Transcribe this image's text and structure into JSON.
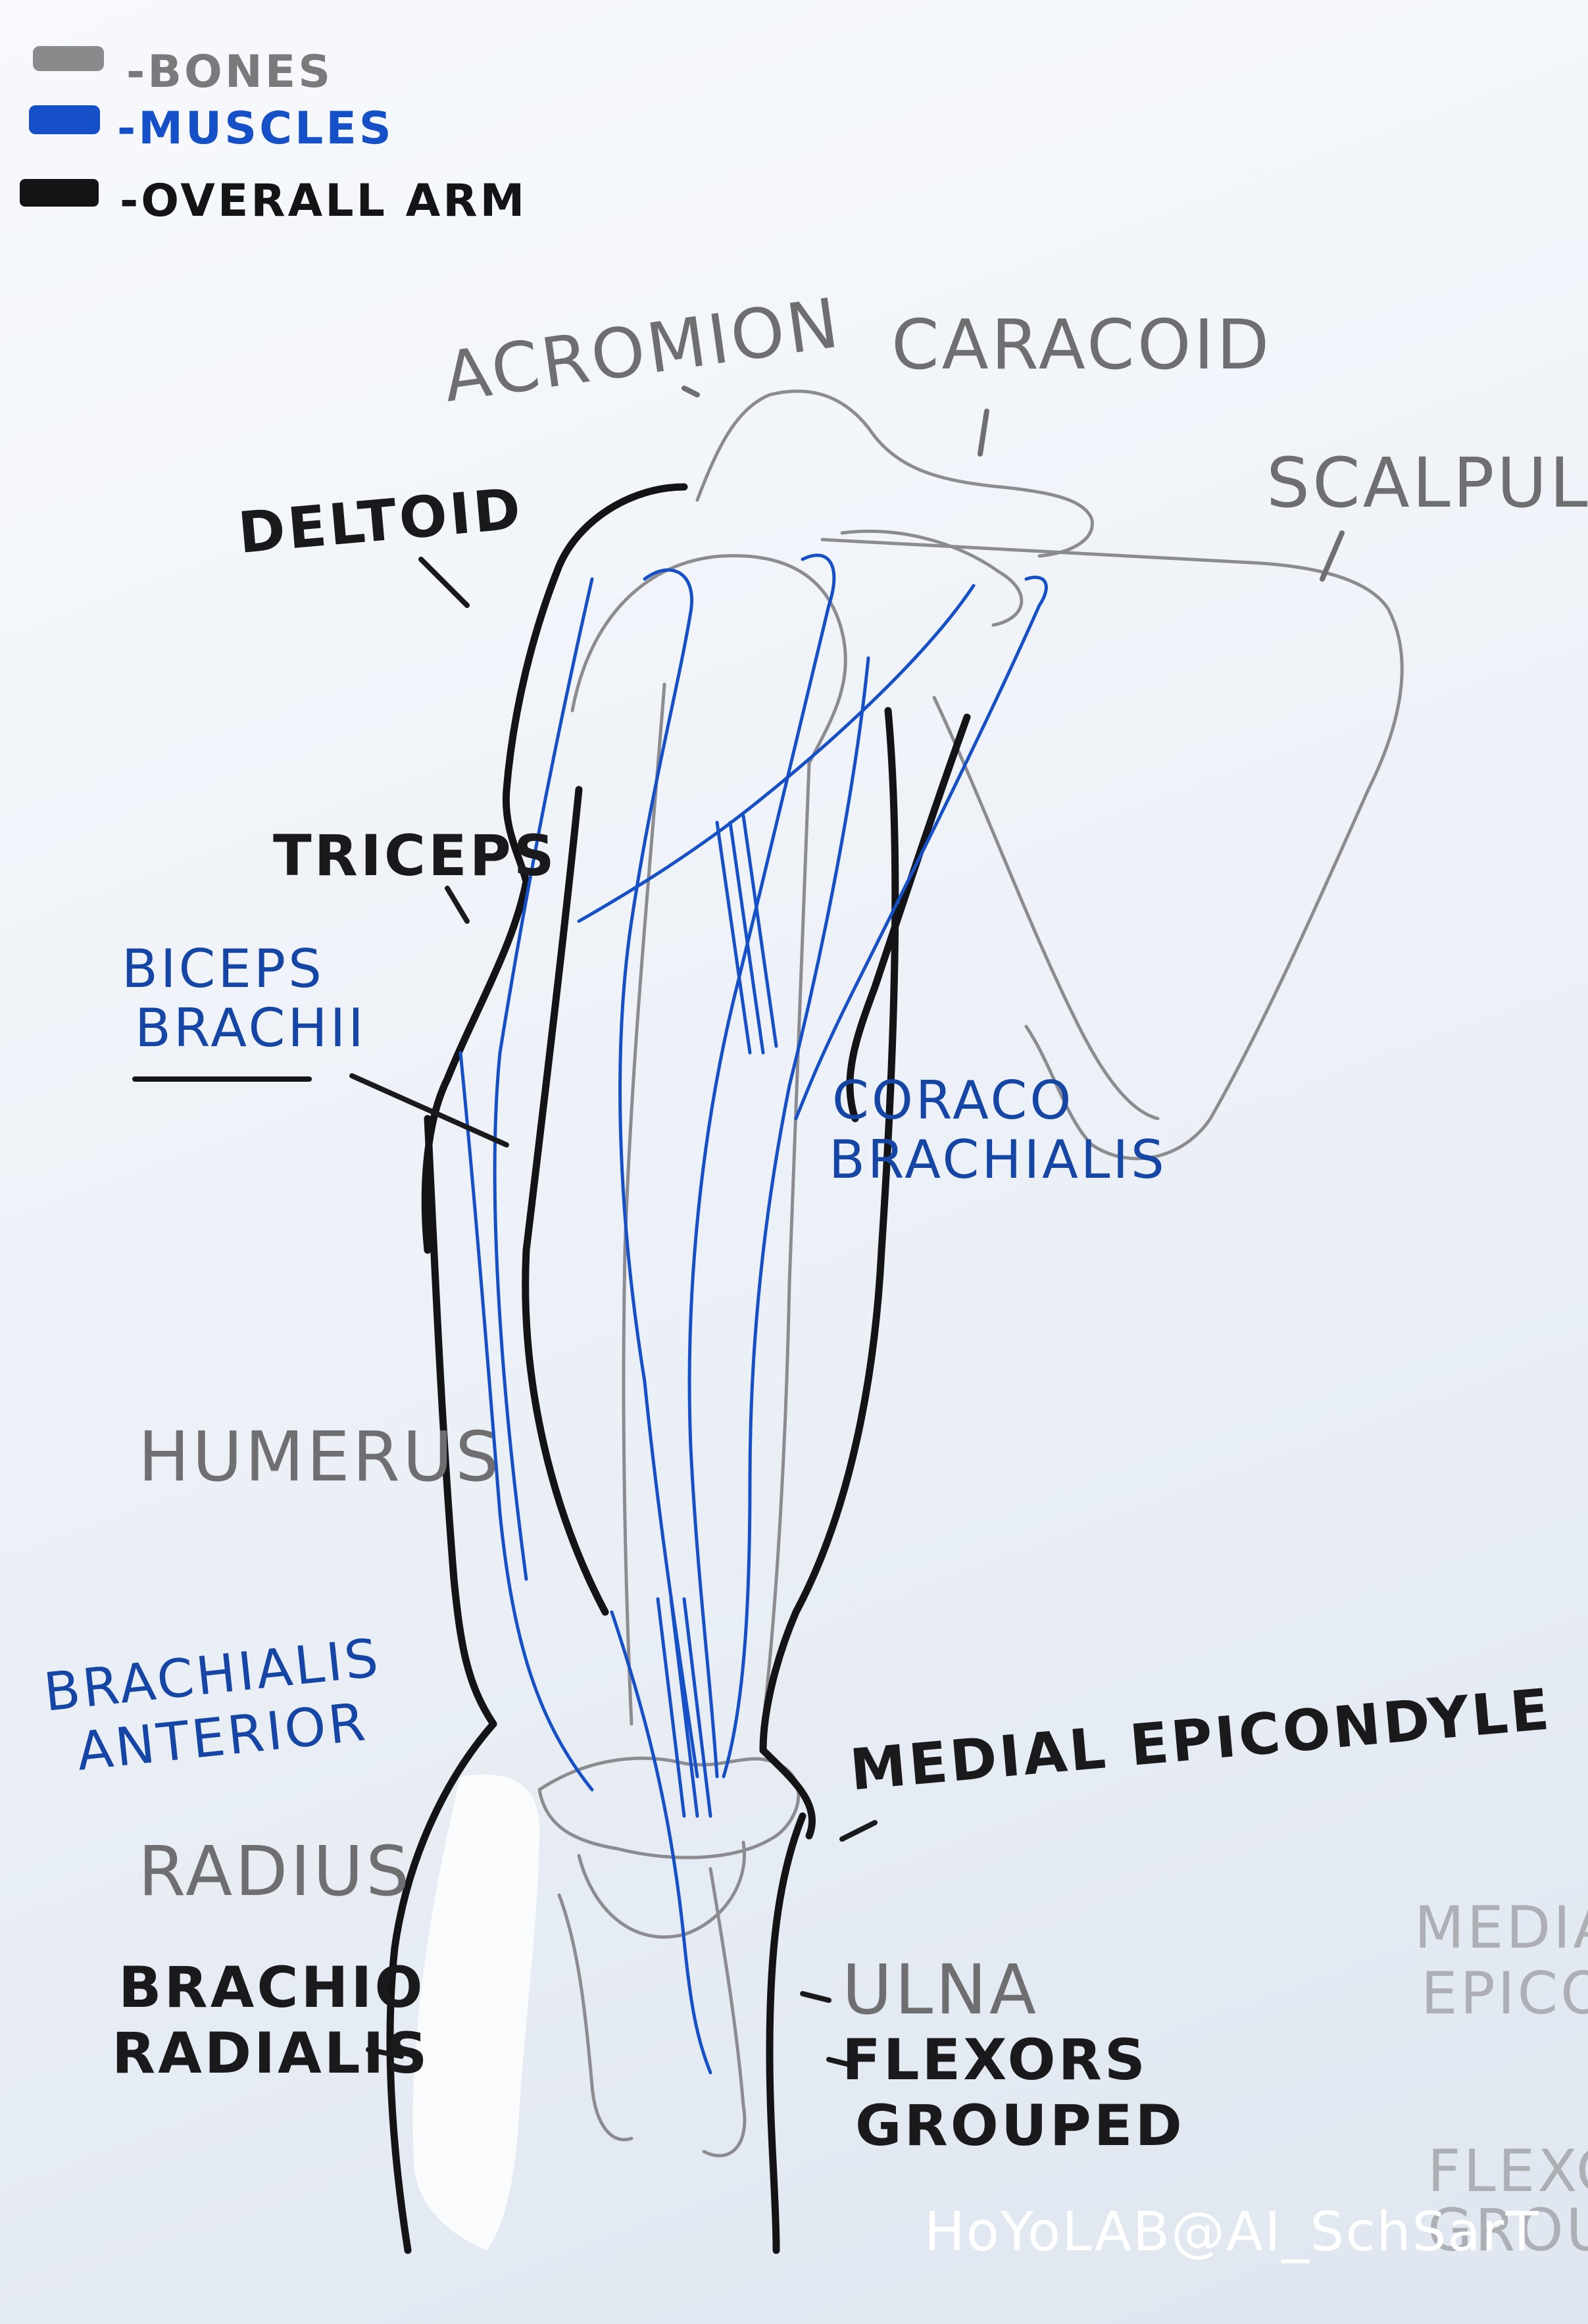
{
  "legend": {
    "items": [
      {
        "label": "-BONES",
        "color": "#8a8a8d"
      },
      {
        "label": "-MUSCLES",
        "color": "#1650c8"
      },
      {
        "label": "-OVERALL ARM",
        "color": "#141416"
      }
    ]
  },
  "labels": {
    "acromion": "ACROMION",
    "caracoid": "CARACOID",
    "scalpula": "SCALPULA",
    "deltoid": "DELTOID",
    "triceps": "TRICEPS",
    "biceps_1": "BICEPS",
    "biceps_2": "BRACHII",
    "coraco_1": "CORACO",
    "coraco_2": "BRACHIALIS",
    "humerus": "HUMERUS",
    "brachialis_1": "BRACHIALIS",
    "brachialis_2": "ANTERIOR",
    "medial_epicondyle": "MEDIAL EPICONDYLE",
    "radius": "RADIUS",
    "brachio_1": "BRACHIO",
    "brachio_2": "RADIALIS",
    "ulna": "ULNA",
    "flexors_1": "FLEXORS",
    "flexors_2": "GROUPED",
    "bleed_medial_1": "MEDIAL",
    "bleed_medial_2": "EPICON",
    "bleed_flex_1": "FLEXO",
    "bleed_flex_2": "GROUP"
  },
  "watermark": "HoYoLAB@AI_SchSarT",
  "colors": {
    "pencil": "#6f6f72",
    "ink": "#1a1a1c",
    "blue": "#1546a6"
  }
}
